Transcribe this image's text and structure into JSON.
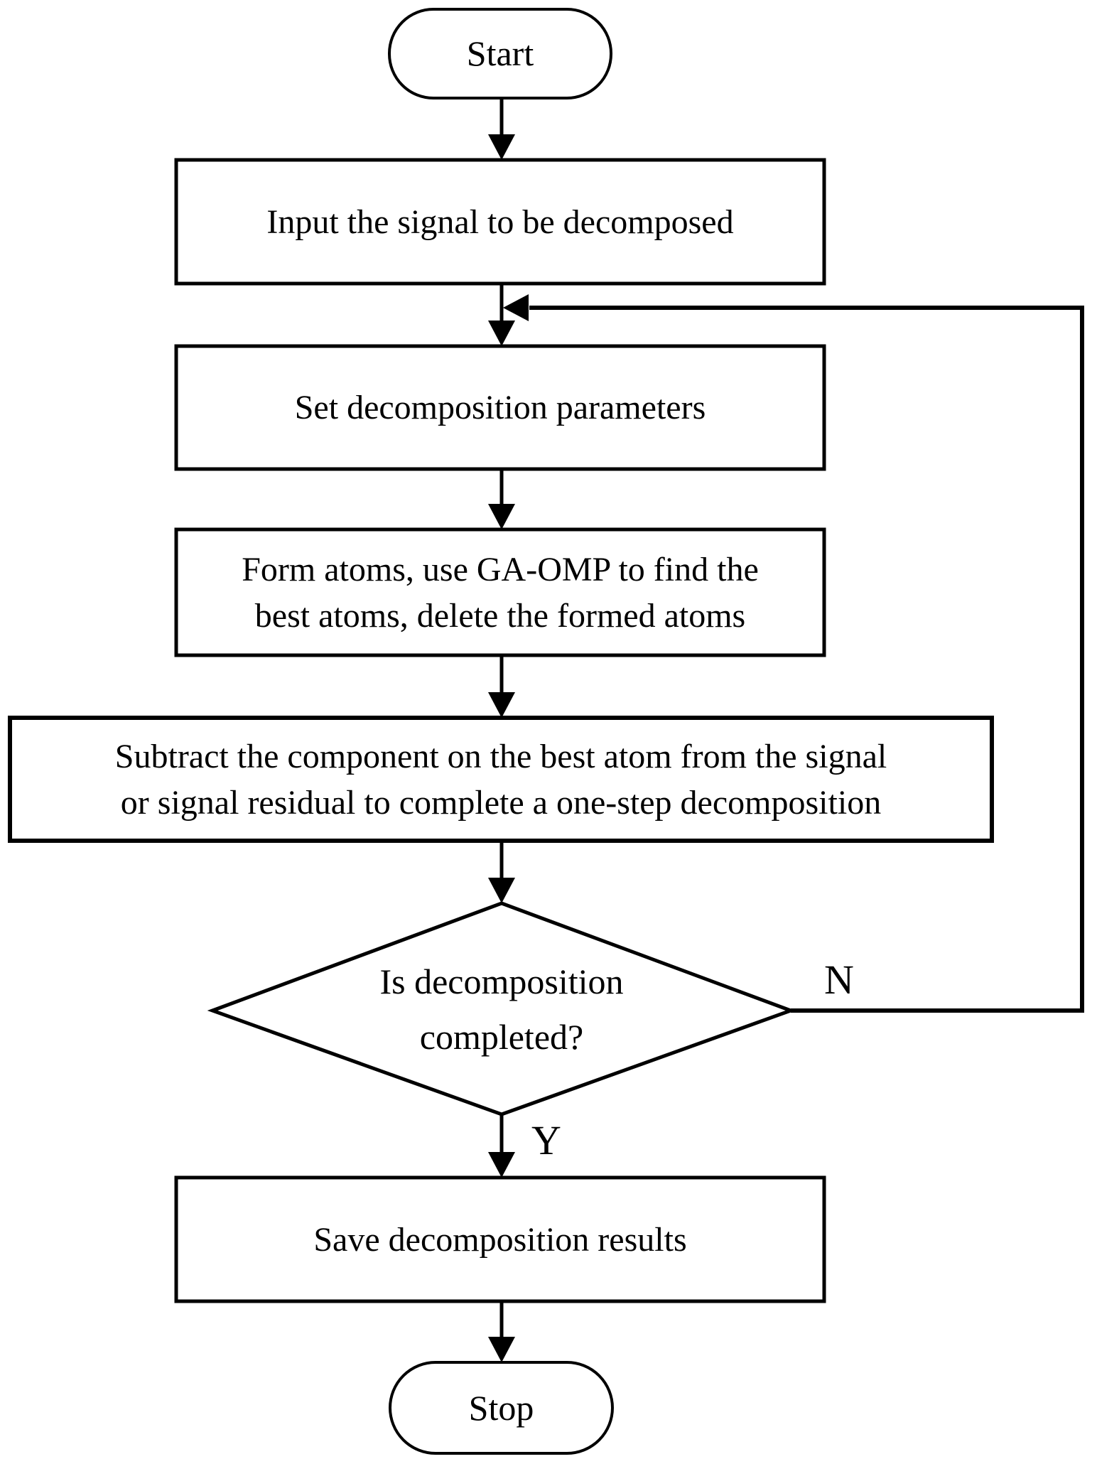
{
  "figure": {
    "background": "#ffffff",
    "stroke_color": "#000000",
    "text_color": "#000000"
  },
  "nodes": {
    "start": {
      "label": "Start"
    },
    "input_signal": {
      "label": "Input the signal to be decomposed"
    },
    "set_params": {
      "label": "Set decomposition parameters"
    },
    "form_atoms": {
      "line1": "Form atoms, use GA-OMP to find the",
      "line2": "best atoms, delete the formed atoms"
    },
    "subtract": {
      "line1": "Subtract the component on the best atom from the signal",
      "line2": "or signal residual to complete a one-step decomposition"
    },
    "decision": {
      "line1": "Is decomposition",
      "line2": "completed?"
    },
    "save_results": {
      "label": "Save decomposition results"
    },
    "stop": {
      "label": "Stop"
    }
  },
  "edges": {
    "no_label": "N",
    "yes_label": "Y"
  }
}
